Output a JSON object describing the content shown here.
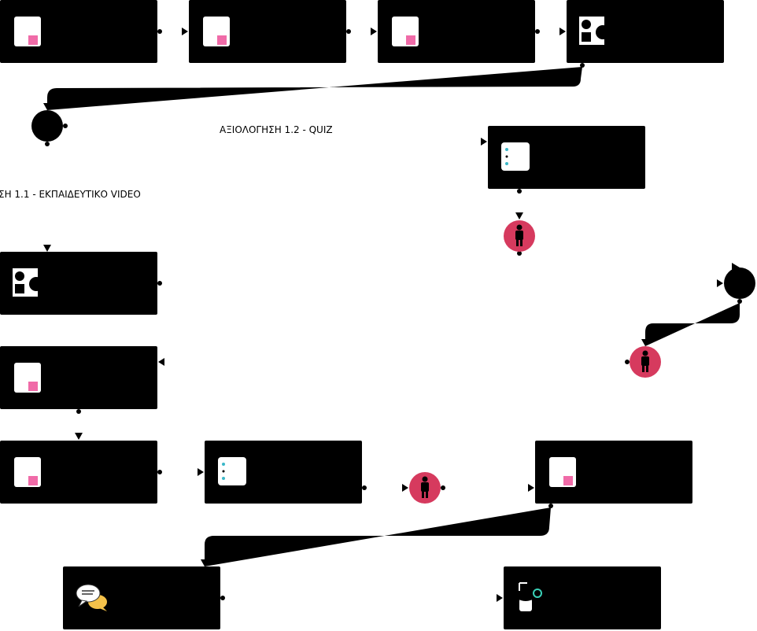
{
  "labels": {
    "quiz": "ΑΞΙΟΛΟΓΗΣΗ 1.2 - QUIZ",
    "video": "ΣΗ 1.1 - ΕΚΠΑΙΔΕΥΤΙΚΟ VIDEO"
  },
  "colors": {
    "node": "#000000",
    "person": "#d63a5e",
    "accent_pink": "#f06ba8",
    "accent_teal": "#3ab7c8"
  },
  "nodes": [
    {
      "id": "n1",
      "icon": "document-icon"
    },
    {
      "id": "n2",
      "icon": "document-icon"
    },
    {
      "id": "n3",
      "icon": "document-icon"
    },
    {
      "id": "n4",
      "icon": "shapes-icon"
    },
    {
      "id": "n5",
      "icon": "checklist-icon"
    },
    {
      "id": "n6",
      "icon": "shapes-icon"
    },
    {
      "id": "n7",
      "icon": "document-icon"
    },
    {
      "id": "n8",
      "icon": "document-icon"
    },
    {
      "id": "n9",
      "icon": "checklist-icon"
    },
    {
      "id": "n10",
      "icon": "document-icon"
    },
    {
      "id": "n11",
      "icon": "chat-icon"
    },
    {
      "id": "n12",
      "icon": "database-icon"
    }
  ]
}
